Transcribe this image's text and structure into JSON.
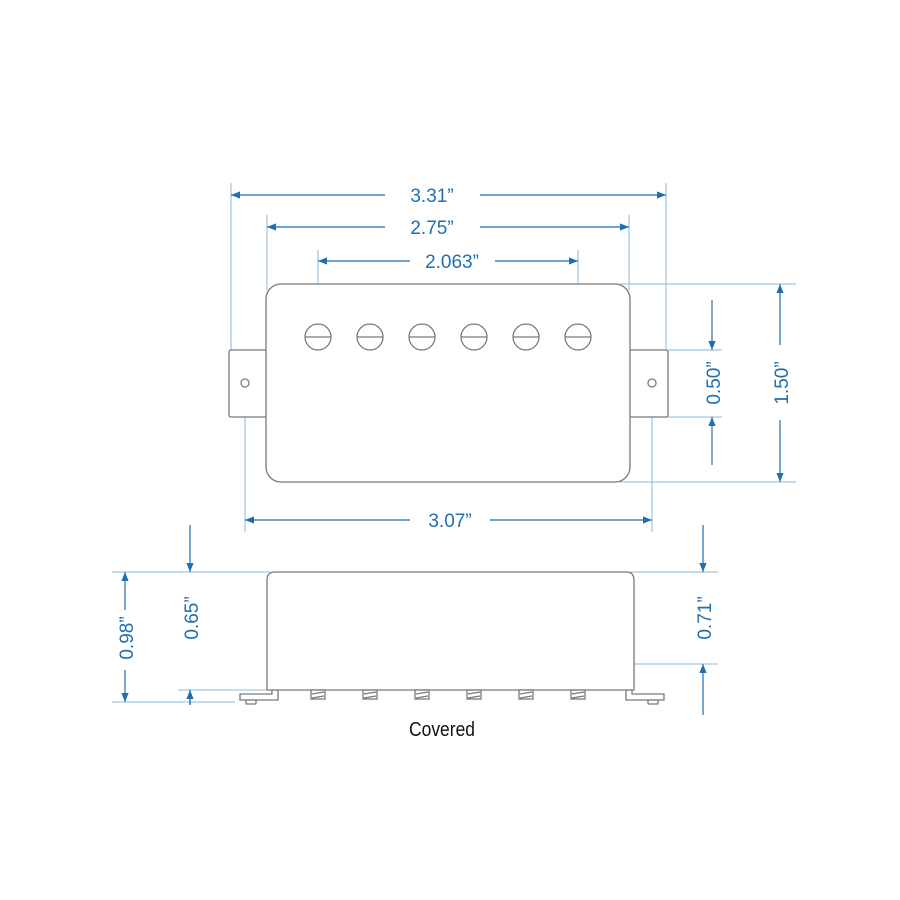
{
  "top_view": {
    "dims": {
      "overall_width": "3.31”",
      "cover_width": "2.75”",
      "pole_spacing": "2.063”",
      "mount_hole_spacing": "3.07”",
      "tab_width": "0.50”",
      "cover_depth": "1.50”"
    },
    "pole_count": 6
  },
  "side_view": {
    "dims": {
      "total_height": "0.98”",
      "cover_height": "0.65”",
      "height_to_screws": "0.71”"
    }
  },
  "caption": "Covered",
  "colors": {
    "dimension": "#1f6fb0",
    "extension": "#8db9dc",
    "outline": "#7a7a7a"
  }
}
